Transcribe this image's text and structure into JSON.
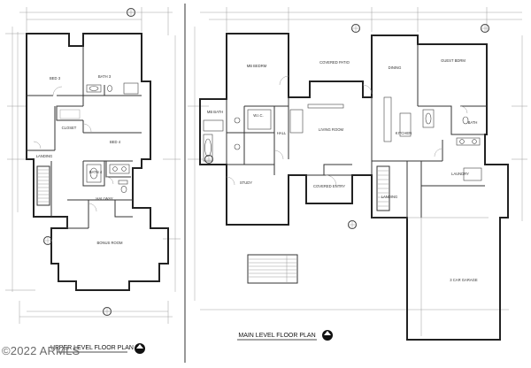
{
  "watermark": "©2022 ARMLS",
  "upper": {
    "title": "UPPER LEVEL FLOOR PLAN",
    "rooms": {
      "bed3": "BED 3",
      "bath3": "BATH 3",
      "closet": "CLOSET",
      "bed4": "BED 4",
      "landing": "LANDING",
      "bath4": "BATH 4",
      "hallway": "HALLWAY",
      "bonus": "BONUS ROOM"
    }
  },
  "main": {
    "title": "MAIN LEVEL FLOOR PLAN",
    "rooms": {
      "mbedroom": "MB BEDRM",
      "covered_patio": "COVERED PATIO",
      "dining": "DINING",
      "guest": "GUEST BDRM",
      "mbath": "MB BATH",
      "wic": "W.I.C.",
      "hall": "HALL",
      "living": "LIVING ROOM",
      "kitchen": "KITCHEN",
      "bath": "BATH",
      "study": "STUDY",
      "covered_entry": "COVERED ENTRY",
      "laundry": "LAUNDRY",
      "landing": "LANDING",
      "garage": "3 CAR GARAGE"
    }
  }
}
